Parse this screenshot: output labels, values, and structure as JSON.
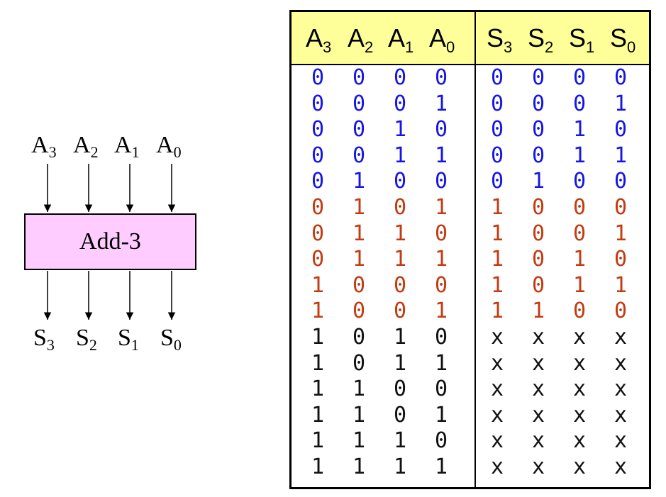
{
  "diagram": {
    "block_label": "Add-3",
    "inputs": [
      {
        "name": "A",
        "sub": "3"
      },
      {
        "name": "A",
        "sub": "2"
      },
      {
        "name": "A",
        "sub": "1"
      },
      {
        "name": "A",
        "sub": "0"
      }
    ],
    "outputs": [
      {
        "name": "S",
        "sub": "3"
      },
      {
        "name": "S",
        "sub": "2"
      },
      {
        "name": "S",
        "sub": "1"
      },
      {
        "name": "S",
        "sub": "0"
      }
    ],
    "block_color": "#ffccff"
  },
  "table": {
    "header_color": "#ffff99",
    "input_headers": [
      {
        "name": "A",
        "sub": "3"
      },
      {
        "name": "A",
        "sub": "2"
      },
      {
        "name": "A",
        "sub": "1"
      },
      {
        "name": "A",
        "sub": "0"
      }
    ],
    "output_headers": [
      {
        "name": "S",
        "sub": "3"
      },
      {
        "name": "S",
        "sub": "2"
      },
      {
        "name": "S",
        "sub": "1"
      },
      {
        "name": "S",
        "sub": "0"
      }
    ],
    "group_colors": {
      "unchanged": "#1515e6",
      "add3": "#c23b12",
      "invalid": "#111111"
    },
    "rows": [
      {
        "inputs": [
          "0",
          "0",
          "0",
          "0"
        ],
        "outputs": [
          "0",
          "0",
          "0",
          "0"
        ],
        "group": "unchanged"
      },
      {
        "inputs": [
          "0",
          "0",
          "0",
          "1"
        ],
        "outputs": [
          "0",
          "0",
          "0",
          "1"
        ],
        "group": "unchanged"
      },
      {
        "inputs": [
          "0",
          "0",
          "1",
          "0"
        ],
        "outputs": [
          "0",
          "0",
          "1",
          "0"
        ],
        "group": "unchanged"
      },
      {
        "inputs": [
          "0",
          "0",
          "1",
          "1"
        ],
        "outputs": [
          "0",
          "0",
          "1",
          "1"
        ],
        "group": "unchanged"
      },
      {
        "inputs": [
          "0",
          "1",
          "0",
          "0"
        ],
        "outputs": [
          "0",
          "1",
          "0",
          "0"
        ],
        "group": "unchanged"
      },
      {
        "inputs": [
          "0",
          "1",
          "0",
          "1"
        ],
        "outputs": [
          "1",
          "0",
          "0",
          "0"
        ],
        "group": "add3"
      },
      {
        "inputs": [
          "0",
          "1",
          "1",
          "0"
        ],
        "outputs": [
          "1",
          "0",
          "0",
          "1"
        ],
        "group": "add3"
      },
      {
        "inputs": [
          "0",
          "1",
          "1",
          "1"
        ],
        "outputs": [
          "1",
          "0",
          "1",
          "0"
        ],
        "group": "add3"
      },
      {
        "inputs": [
          "1",
          "0",
          "0",
          "0"
        ],
        "outputs": [
          "1",
          "0",
          "1",
          "1"
        ],
        "group": "add3"
      },
      {
        "inputs": [
          "1",
          "0",
          "0",
          "1"
        ],
        "outputs": [
          "1",
          "1",
          "0",
          "0"
        ],
        "group": "add3"
      },
      {
        "inputs": [
          "1",
          "0",
          "1",
          "0"
        ],
        "outputs": [
          "x",
          "x",
          "x",
          "x"
        ],
        "group": "invalid"
      },
      {
        "inputs": [
          "1",
          "0",
          "1",
          "1"
        ],
        "outputs": [
          "x",
          "x",
          "x",
          "x"
        ],
        "group": "invalid"
      },
      {
        "inputs": [
          "1",
          "1",
          "0",
          "0"
        ],
        "outputs": [
          "x",
          "x",
          "x",
          "x"
        ],
        "group": "invalid"
      },
      {
        "inputs": [
          "1",
          "1",
          "0",
          "1"
        ],
        "outputs": [
          "x",
          "x",
          "x",
          "x"
        ],
        "group": "invalid"
      },
      {
        "inputs": [
          "1",
          "1",
          "1",
          "0"
        ],
        "outputs": [
          "x",
          "x",
          "x",
          "x"
        ],
        "group": "invalid"
      },
      {
        "inputs": [
          "1",
          "1",
          "1",
          "1"
        ],
        "outputs": [
          "x",
          "x",
          "x",
          "x"
        ],
        "group": "invalid"
      }
    ]
  }
}
